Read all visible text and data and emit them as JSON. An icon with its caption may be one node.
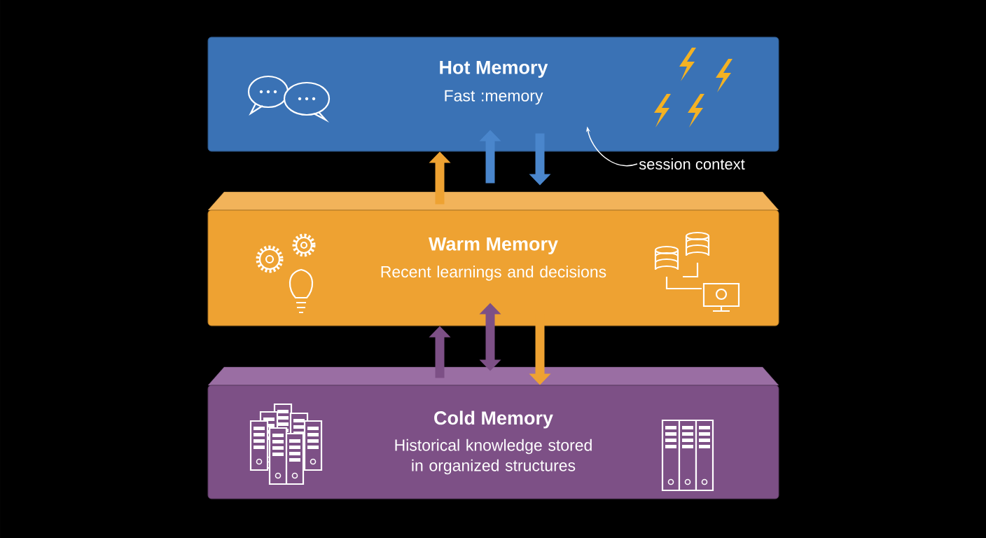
{
  "diagram": {
    "nodes": [
      {
        "text": [
          "Hot Memory",
          "Fast :memory"
        ]
      },
      {
        "text": [
          "Warm Memory",
          "Recent learnings and decisions"
        ]
      },
      {
        "text": [
          "Cold Memory",
          "Historical knowledge stored in organized structures"
        ]
      },
      {
        "text": [
          "session context"
        ]
      }
    ],
    "edges": [
      {
        "from": 1,
        "to": 0,
        "arrow": "to",
        "color": "#eea232"
      },
      {
        "from": 1,
        "to": 0,
        "arrow": "to",
        "color": "#4a86cc"
      },
      {
        "from": 0,
        "to": 1,
        "arrow": "to",
        "color": "#4a86cc"
      },
      {
        "from": 2,
        "to": 1,
        "arrow": "to",
        "color": "#7d5086"
      },
      {
        "from": 1,
        "to": 2,
        "arrow": "both",
        "color": "#7d5086"
      },
      {
        "from": 1,
        "to": 2,
        "arrow": "to",
        "color": "#eea232"
      },
      {
        "from": 3,
        "to": 0,
        "arrow": "to",
        "color": "#ffffff"
      }
    ]
  }
}
